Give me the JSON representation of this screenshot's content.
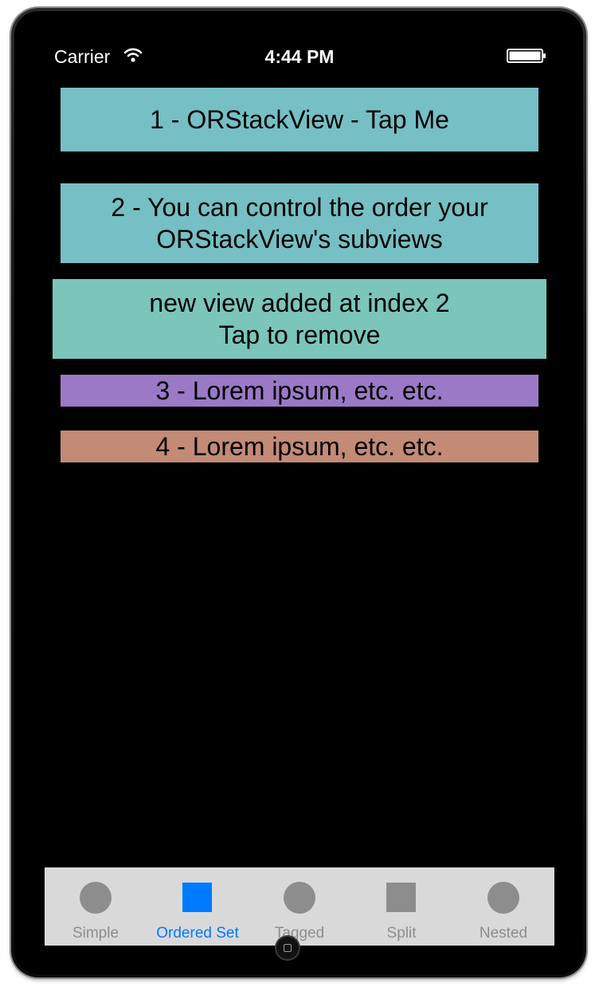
{
  "status_bar": {
    "carrier": "Carrier",
    "time": "4:44 PM",
    "wifi_icon": "wifi-icon",
    "battery_icon": "battery-icon"
  },
  "stack": {
    "item_1": "1 - ORStackView - Tap Me",
    "item_2": {
      "line_1": "2 - You can control the order your",
      "line_2": "ORStackView's subviews"
    },
    "new_view": {
      "line_1": "new view added at index 2",
      "line_2": "Tap to remove"
    },
    "item_3": "3 - Lorem ipsum, etc. etc.",
    "item_4": "4 - Lorem ipsum, etc. etc."
  },
  "tab_bar": {
    "selected": "Ordered Set",
    "tabs": [
      {
        "label": "Simple",
        "icon": "circle-icon"
      },
      {
        "label": "Ordered Set",
        "icon": "square-icon"
      },
      {
        "label": "Tagged",
        "icon": "circle-icon"
      },
      {
        "label": "Split",
        "icon": "square-icon"
      },
      {
        "label": "Nested",
        "icon": "circle-icon"
      }
    ]
  },
  "colors": {
    "teal": "#76bfc4",
    "mint": "#7bc5bb",
    "purple": "#9a79c6",
    "terracotta": "#c38a76",
    "tab_active": "#007aff",
    "tab_inactive": "#8d8d8d",
    "tab_bar_bg": "#d9d9d9"
  }
}
